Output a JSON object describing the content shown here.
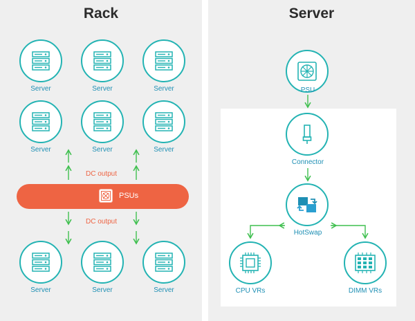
{
  "rack": {
    "title": "Rack",
    "server_label": "Server",
    "psus_label": "PSUs",
    "dc_output_top": "DC output",
    "dc_output_bottom": "DC output"
  },
  "server": {
    "title": "Server",
    "psu_label": "PSU",
    "connector_label": "Connector",
    "hotswap_label": "HotSwap",
    "cpu_vrs_label": "CPU VRs",
    "dimm_vrs_label": "DIMM VRs"
  },
  "colors": {
    "teal": "#23b3b3",
    "label_blue": "#1e8fb4",
    "arrow_green": "#3fbf4f",
    "psu_bar": "#ee6443"
  },
  "icons": [
    "server-stack-icon",
    "psu-fan-icon",
    "connector-icon",
    "hotswap-icon",
    "cpu-chip-icon",
    "dimm-icon"
  ]
}
